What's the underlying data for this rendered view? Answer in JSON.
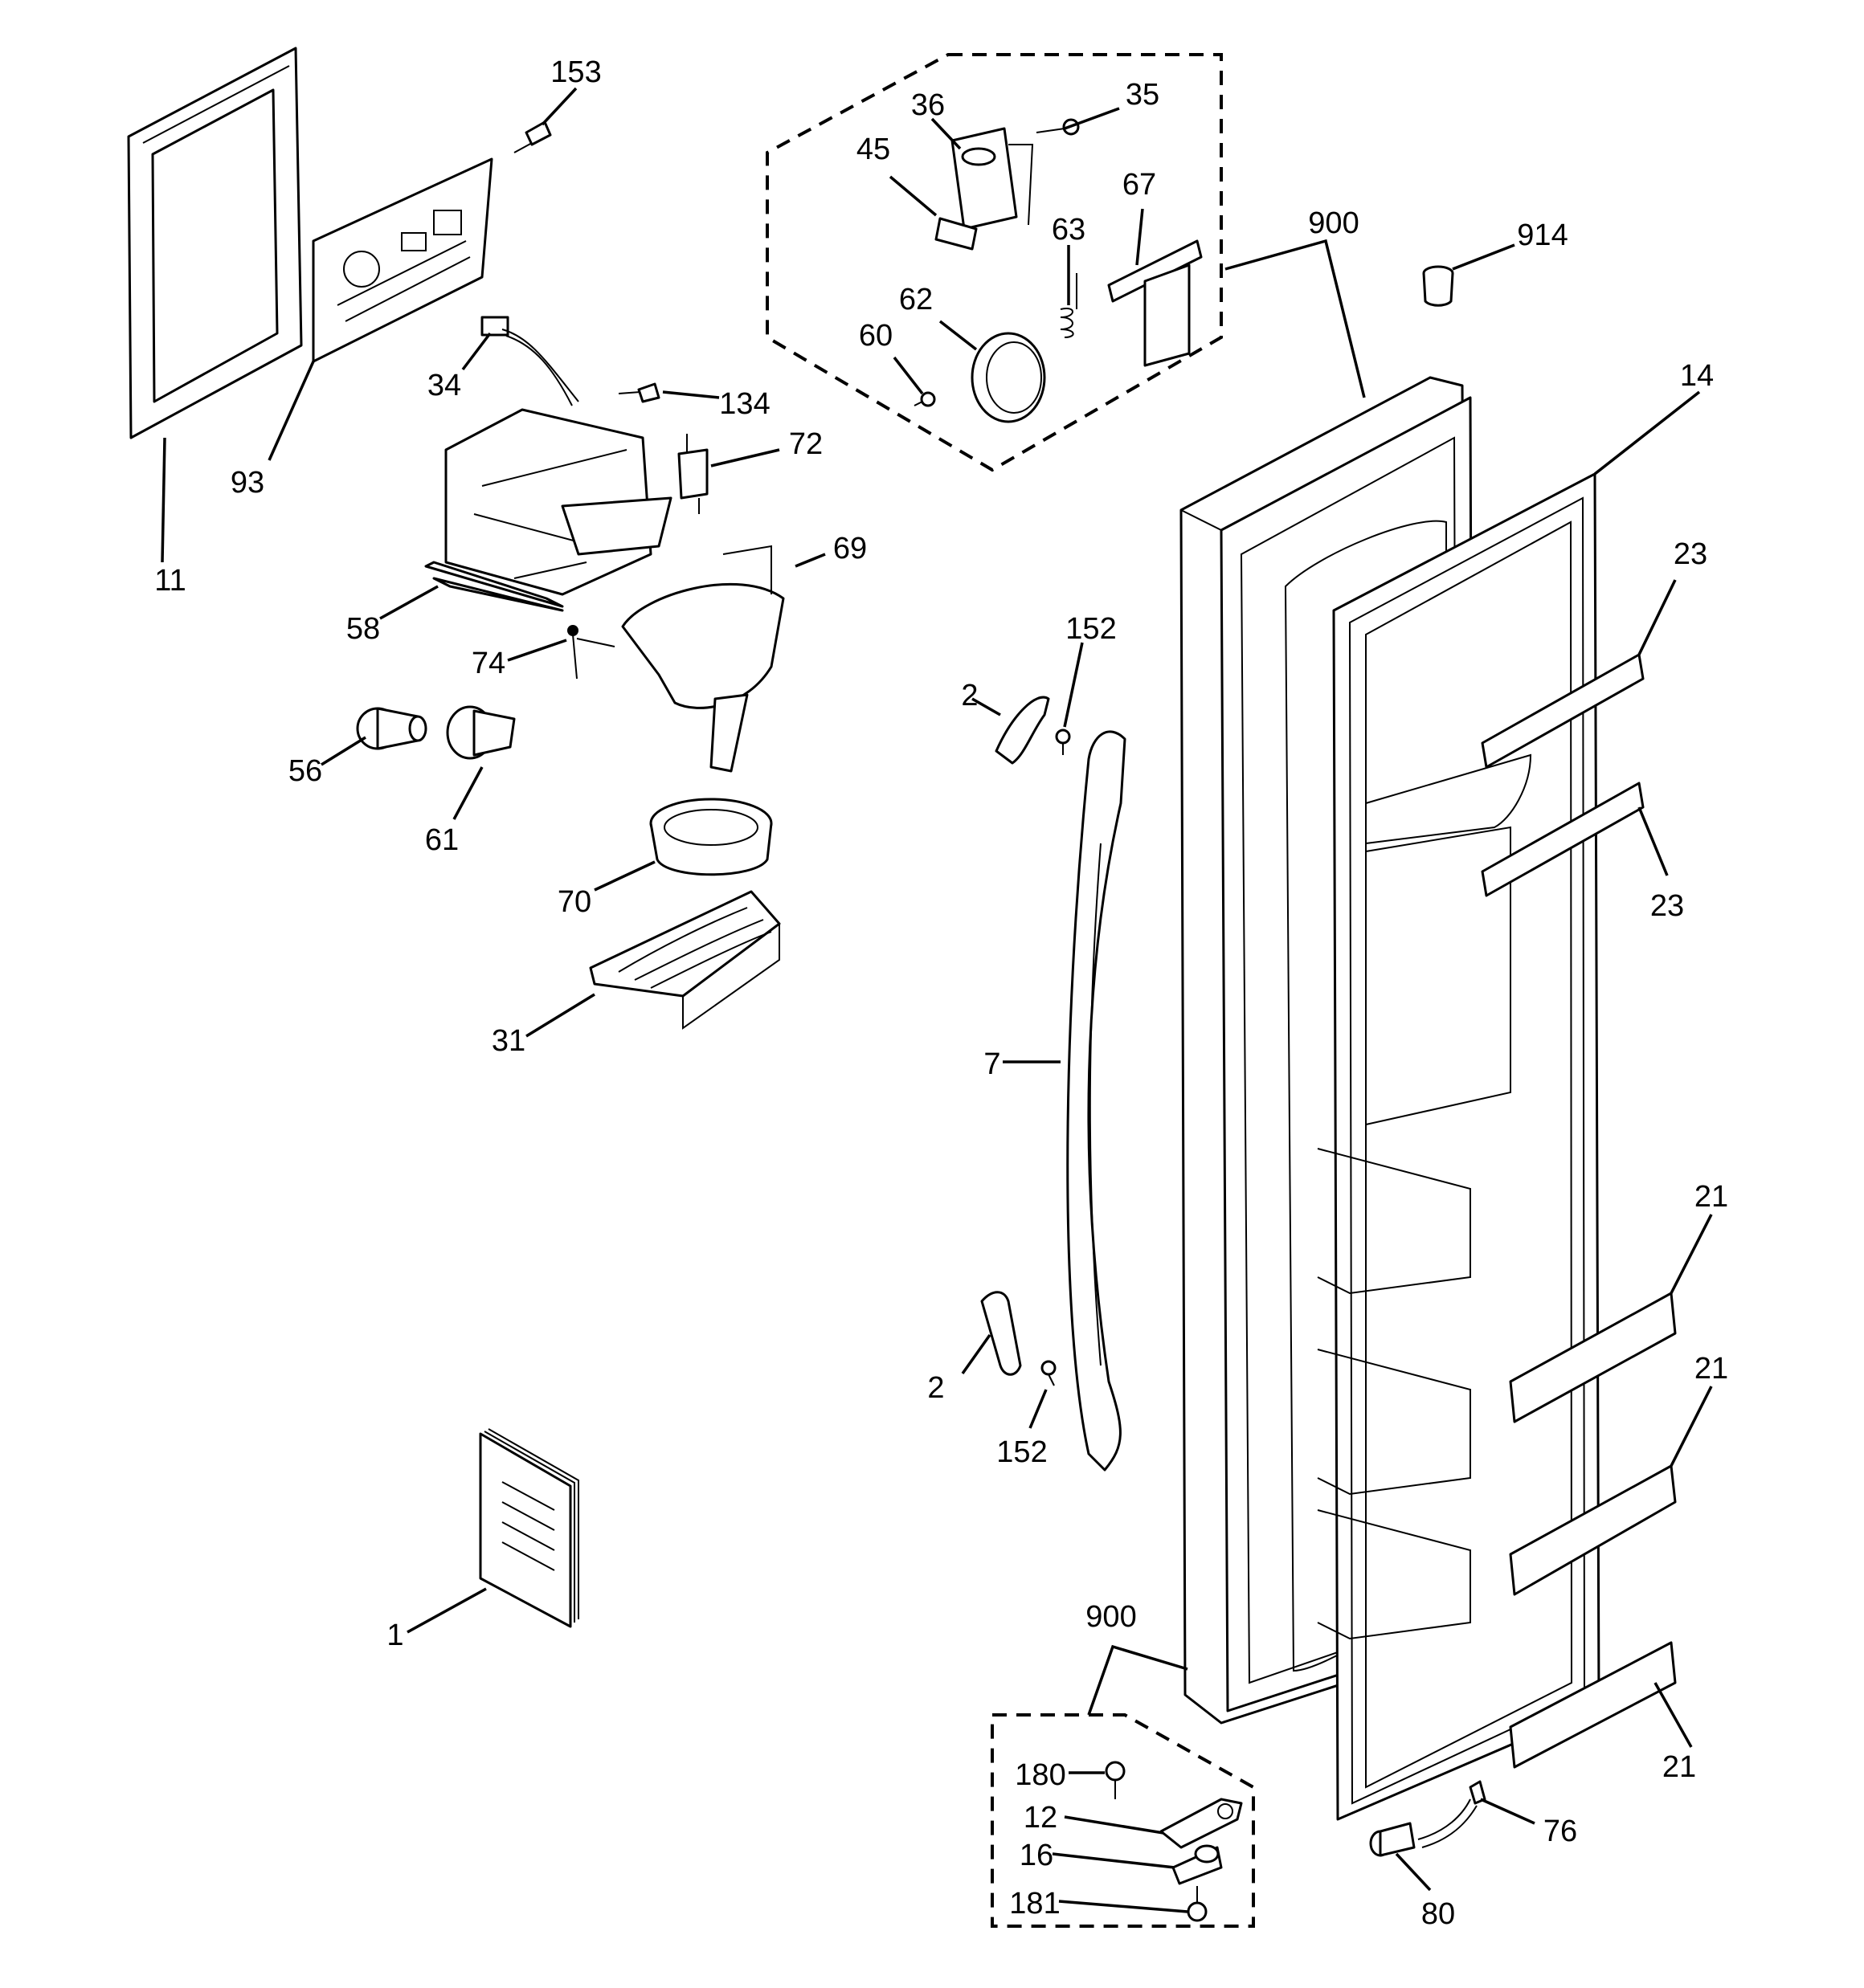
{
  "callouts": [
    {
      "id": "153",
      "text": "153"
    },
    {
      "id": "36",
      "text": "36"
    },
    {
      "id": "35",
      "text": "35"
    },
    {
      "id": "45",
      "text": "45"
    },
    {
      "id": "67",
      "text": "67"
    },
    {
      "id": "63",
      "text": "63"
    },
    {
      "id": "900a",
      "text": "900"
    },
    {
      "id": "914",
      "text": "914"
    },
    {
      "id": "62",
      "text": "62"
    },
    {
      "id": "60",
      "text": "60"
    },
    {
      "id": "14",
      "text": "14"
    },
    {
      "id": "34",
      "text": "34"
    },
    {
      "id": "134",
      "text": "134"
    },
    {
      "id": "93",
      "text": "93"
    },
    {
      "id": "72",
      "text": "72"
    },
    {
      "id": "11",
      "text": "11"
    },
    {
      "id": "69",
      "text": "69"
    },
    {
      "id": "23a",
      "text": "23"
    },
    {
      "id": "58",
      "text": "58"
    },
    {
      "id": "152a",
      "text": "152"
    },
    {
      "id": "74",
      "text": "74"
    },
    {
      "id": "2a",
      "text": "2"
    },
    {
      "id": "56",
      "text": "56"
    },
    {
      "id": "61",
      "text": "61"
    },
    {
      "id": "23b",
      "text": "23"
    },
    {
      "id": "70",
      "text": "70"
    },
    {
      "id": "31",
      "text": "31"
    },
    {
      "id": "7",
      "text": "7"
    },
    {
      "id": "21a",
      "text": "21"
    },
    {
      "id": "21b",
      "text": "21"
    },
    {
      "id": "2b",
      "text": "2"
    },
    {
      "id": "152b",
      "text": "152"
    },
    {
      "id": "1",
      "text": "1"
    },
    {
      "id": "900b",
      "text": "900"
    },
    {
      "id": "180",
      "text": "180"
    },
    {
      "id": "21c",
      "text": "21"
    },
    {
      "id": "12",
      "text": "12"
    },
    {
      "id": "76",
      "text": "76"
    },
    {
      "id": "16",
      "text": "16"
    },
    {
      "id": "181",
      "text": "181"
    },
    {
      "id": "80",
      "text": "80"
    }
  ]
}
